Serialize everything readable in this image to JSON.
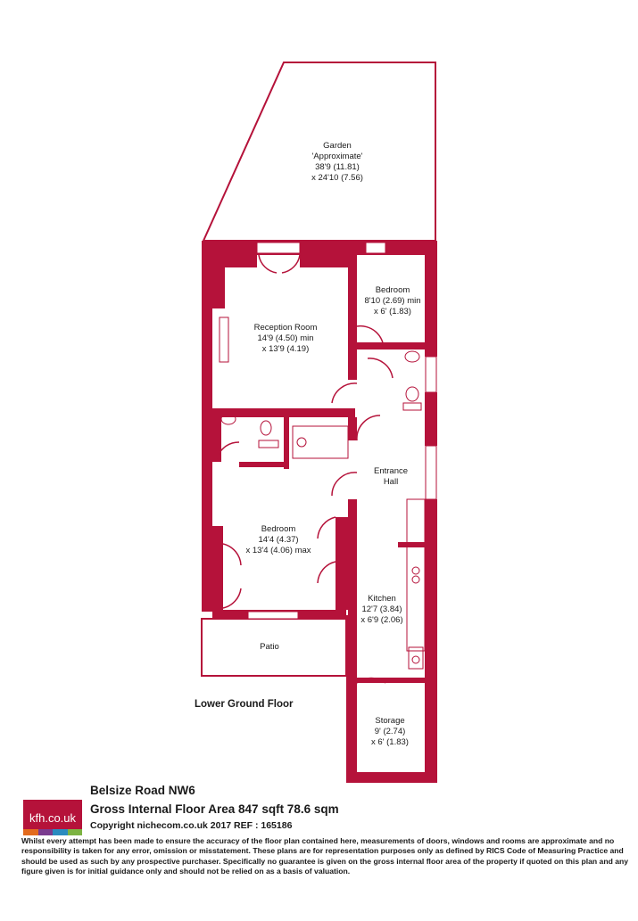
{
  "plan": {
    "wall_color": "#b5123a",
    "floor_label": "Lower Ground Floor",
    "rooms": {
      "garden": [
        "Garden",
        "'Approximate'",
        "38'9 (11.81)",
        "x 24'10 (7.56)"
      ],
      "reception": [
        "Reception Room",
        "14'9 (4.50) min",
        "x 13'9 (4.19)"
      ],
      "bedroom_small": [
        "Bedroom",
        "8'10 (2.69) min",
        "x 6' (1.83)"
      ],
      "entrance": [
        "Entrance",
        "Hall"
      ],
      "bedroom_main": [
        "Bedroom",
        "14'4 (4.37)",
        "x 13'4 (4.06) max"
      ],
      "kitchen": [
        "Kitchen",
        "12'7 (3.84)",
        "x 6'9 (2.06)"
      ],
      "patio": [
        "Patio"
      ],
      "storage": [
        "Storage",
        "9' (2.74)",
        "x 6' (1.83)"
      ]
    }
  },
  "footer": {
    "logo_text": "kfh.co.uk",
    "logo_colors": [
      "#e36b1e",
      "#7a3b8f",
      "#2a8bbf",
      "#7cb342"
    ],
    "address": "Belsize Road  NW6",
    "gross_area": "Gross Internal Floor Area 847 sqft 78.6 sqm",
    "copyright": "Copyright nichecom.co.uk 2017 REF : 165186",
    "disclaimer": "Whilst every attempt has been made to ensure the accuracy of the floor plan contained here, measurements of doors, windows and rooms are approximate and no responsibility is taken for any error, omission or misstatement.  These plans are for representation purposes only as defined by RICS Code of Measuring Practice and should be used as such by any prospective purchaser.  Specifically no guarantee is given on the gross internal floor area of the property if quoted on this plan and any figure given is for initial guidance only and should not be relied on as a basis of valuation."
  }
}
